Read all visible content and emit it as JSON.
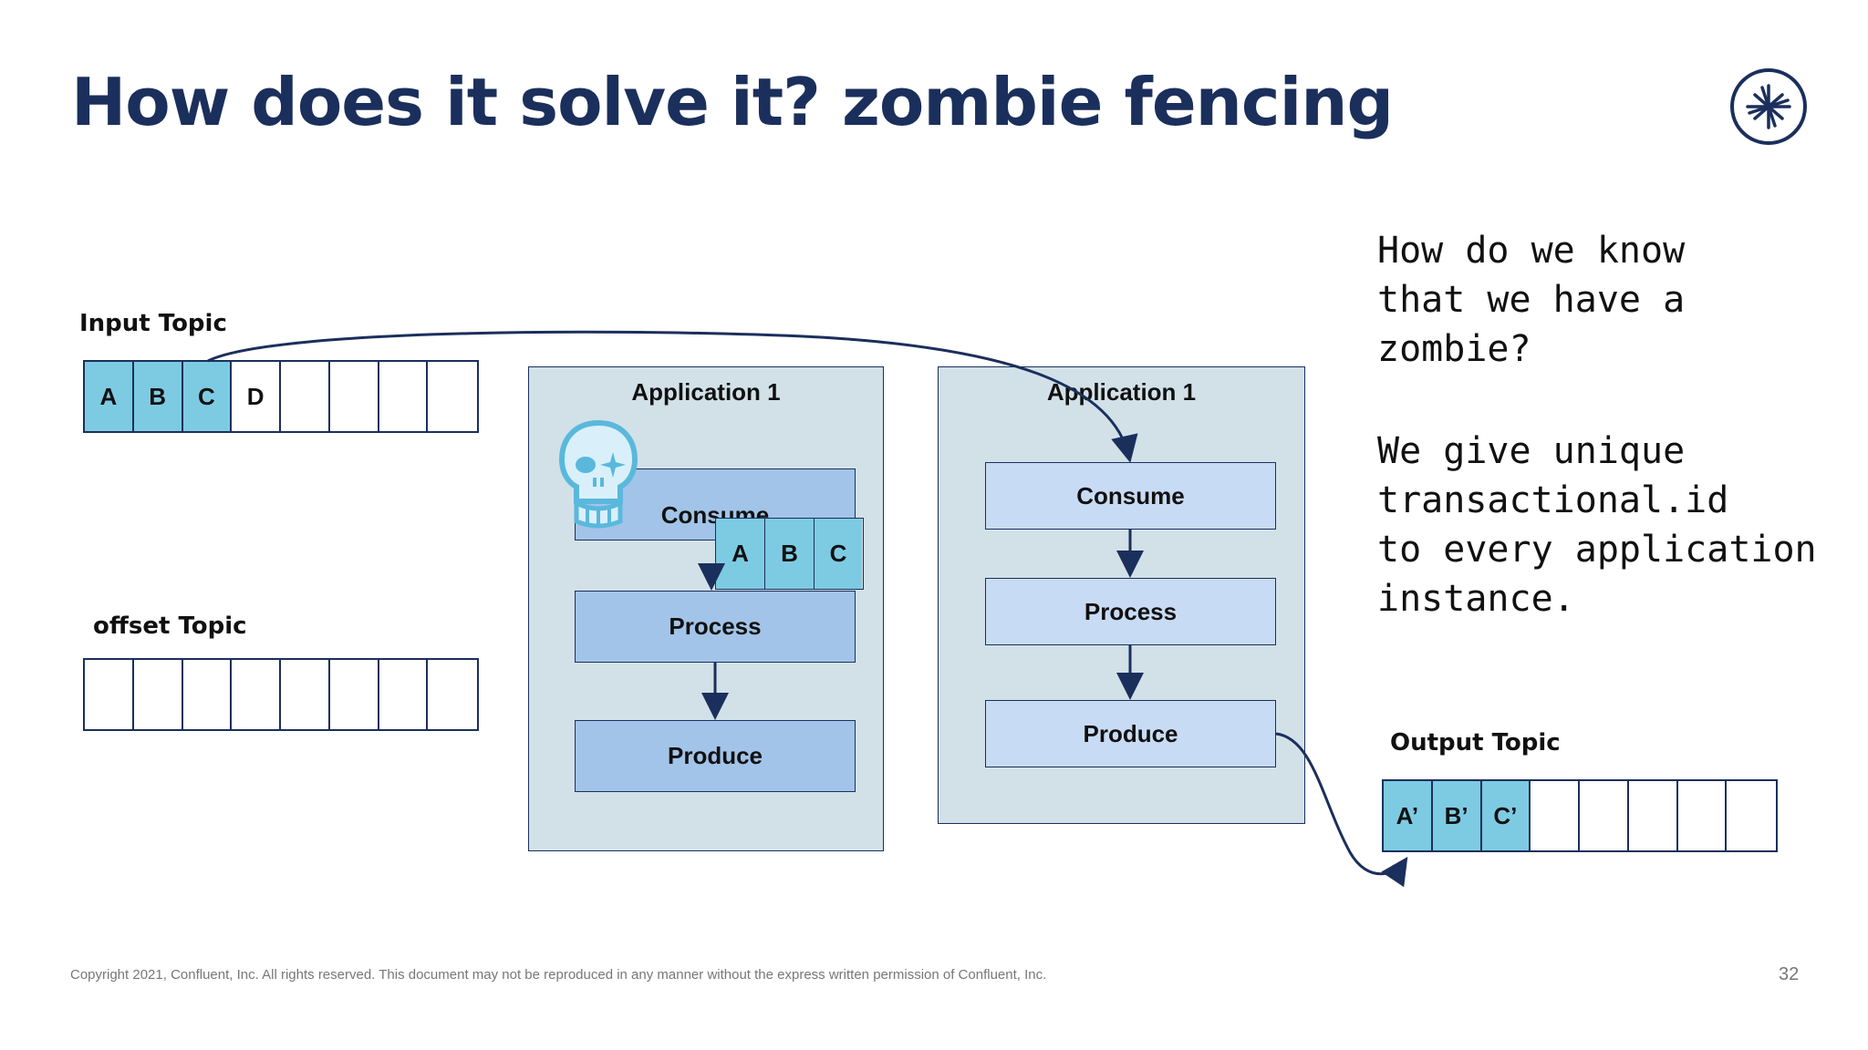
{
  "title": "How does it solve it? zombie fencing",
  "input_topic": {
    "label": "Input Topic",
    "cells": [
      "A",
      "B",
      "C",
      "D",
      "",
      "",
      "",
      ""
    ],
    "filled_count": 3
  },
  "offset_topic": {
    "label": "offset Topic",
    "cells": [
      "",
      "",
      "",
      "",
      "",
      "",
      "",
      ""
    ]
  },
  "output_topic": {
    "label": "Output Topic",
    "cells": [
      "A’",
      "B’",
      "C’",
      "",
      "",
      "",
      "",
      ""
    ],
    "filled_count": 3
  },
  "app_zombie": {
    "title": "Application 1",
    "consume": "Consume",
    "process": "Process",
    "produce": "Produce",
    "batch": [
      "A",
      "B",
      "C"
    ]
  },
  "app_new": {
    "title": "Application 1",
    "consume": "Consume",
    "process": "Process",
    "produce": "Produce"
  },
  "note_question": [
    "How do we know",
    "that we have a",
    "zombie?"
  ],
  "note_answer": [
    "We give unique",
    "transactional.id",
    "to every application",
    "instance."
  ],
  "footer": "Copyright 2021, Confluent, Inc. All rights reserved. This document may not be reproduced in any manner without the express written permission of Confluent, Inc.",
  "page_number": "32",
  "colors": {
    "navy": "#1b2f5c",
    "topic_fill": "#7dcbe3",
    "app_bg": "#d2e1e8",
    "step_dark": "#a2c4e8",
    "step_light": "#c8dbf5",
    "skull": "#5ab8dc"
  },
  "icons": {
    "logo": "confluent-starburst-icon",
    "zombie": "skull-icon"
  }
}
